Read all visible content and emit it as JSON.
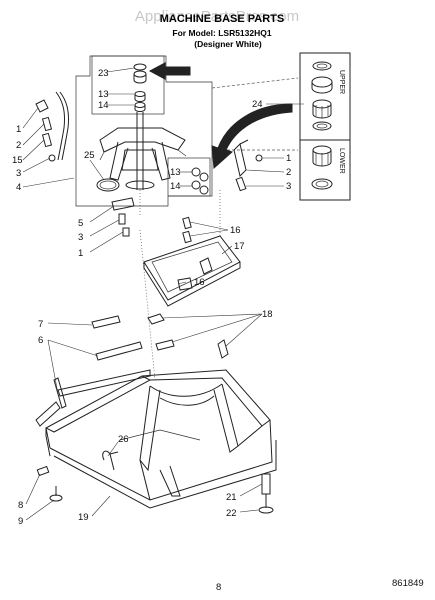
{
  "header": {
    "watermark": "AppliancePartsPros.com",
    "title": "MACHINE BASE PARTS",
    "model_line": "For Model: LSR5132HQ1",
    "color_line": "(Designer White)"
  },
  "inset": {
    "upper_label": "UPPER",
    "lower_label": "LOWER"
  },
  "callouts": [
    {
      "id": "c23",
      "text": "23"
    },
    {
      "id": "c13a",
      "text": "13"
    },
    {
      "id": "c14a",
      "text": "14"
    },
    {
      "id": "c1a",
      "text": "1"
    },
    {
      "id": "c2a",
      "text": "2"
    },
    {
      "id": "c15",
      "text": "15"
    },
    {
      "id": "c3a",
      "text": "3"
    },
    {
      "id": "c4",
      "text": "4"
    },
    {
      "id": "c25",
      "text": "25"
    },
    {
      "id": "c24",
      "text": "24"
    },
    {
      "id": "c1b",
      "text": "1"
    },
    {
      "id": "c2b",
      "text": "2"
    },
    {
      "id": "c3b",
      "text": "3"
    },
    {
      "id": "c13b",
      "text": "13"
    },
    {
      "id": "c14b",
      "text": "14"
    },
    {
      "id": "c5",
      "text": "5"
    },
    {
      "id": "c3c",
      "text": "3"
    },
    {
      "id": "c1c",
      "text": "1"
    },
    {
      "id": "c16a",
      "text": "16"
    },
    {
      "id": "c17",
      "text": "17"
    },
    {
      "id": "c16b",
      "text": "16"
    },
    {
      "id": "c7",
      "text": "7"
    },
    {
      "id": "c18",
      "text": "18"
    },
    {
      "id": "c6",
      "text": "6"
    },
    {
      "id": "c26",
      "text": "26"
    },
    {
      "id": "c8",
      "text": "8"
    },
    {
      "id": "c9",
      "text": "9"
    },
    {
      "id": "c19",
      "text": "19"
    },
    {
      "id": "c21",
      "text": "21"
    },
    {
      "id": "c22",
      "text": "22"
    }
  ],
  "footer": {
    "page_number": "8",
    "figure_code": "861849"
  }
}
